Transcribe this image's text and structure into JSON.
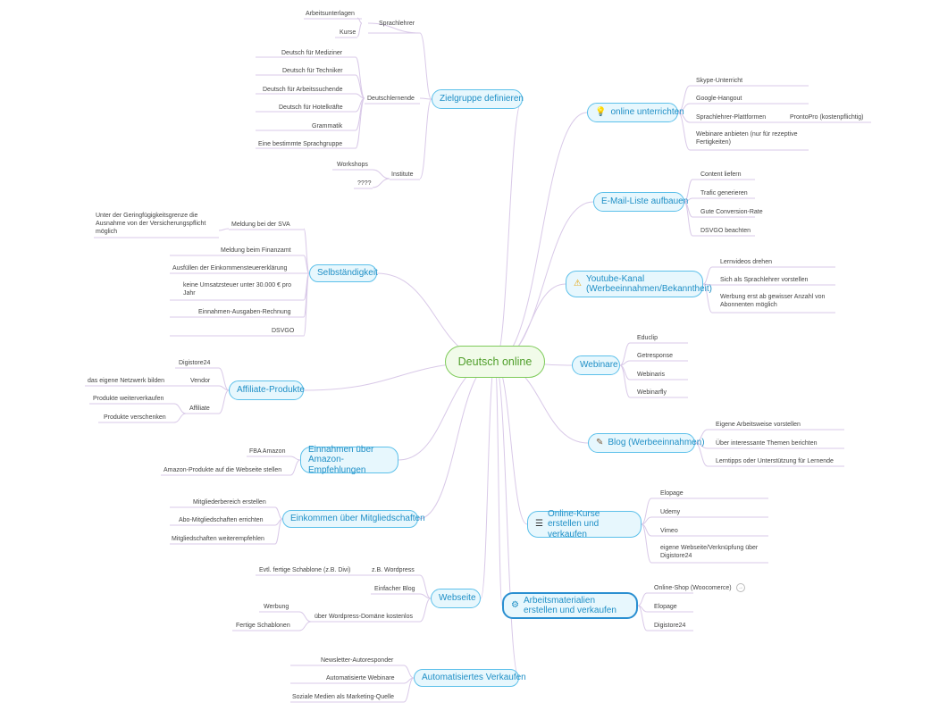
{
  "root": "Deutsch online",
  "left": {
    "zielgruppe": {
      "label": "Zielgruppe definieren",
      "sprachlehrer": {
        "label": "Sprachlehrer",
        "items": [
          "Arbeitsunterlagen",
          "Kurse"
        ]
      },
      "deutschlernende": {
        "label": "Deutschlernende",
        "items": [
          "Deutsch für Mediziner",
          "Deutsch für Techniker",
          "Deutsch für Arbeitssuchende",
          "Deutsch für Hotelkräfte",
          "Grammatik",
          "Eine bestimmte Sprachgruppe"
        ]
      },
      "institute": {
        "label": "Institute",
        "items": [
          "Workshops",
          "????"
        ]
      }
    },
    "selbst": {
      "label": "Selbständigkeit",
      "sva": {
        "label": "Meldung bei der SVA",
        "note": "Unter der Geringfügigkeitsgrenze die Ausnahme von der Versicherungspflicht möglich"
      },
      "items": [
        "Meldung beim Finanzamt",
        "Ausfüllen der Einkommensteuererklärung",
        "keine Umsatzsteuer unter 30.000 € pro Jahr",
        "Einnahmen-Ausgaben-Rechnung",
        "DSVGO"
      ]
    },
    "affiliate": {
      "label": "Affiliate-Produkte",
      "digistore": "Digistore24",
      "vendor": {
        "label": "Vendor",
        "items": [
          "das eigene Netzwerk bilden"
        ]
      },
      "aff": {
        "label": "Affiliate",
        "items": [
          "Produkte weiterverkaufen",
          "Produkte verschenken"
        ]
      }
    },
    "amazon": {
      "label": "Einnahmen über Amazon-Empfehlungen",
      "items": [
        "FBA Amazon",
        "Amazon-Produkte auf die Webseite stellen"
      ]
    },
    "mitglied": {
      "label": "Einkommen über Mitgliedschaften",
      "items": [
        "Mitgliederbereich erstellen",
        "Abo-Mitgliedschaften errichten",
        "Mitgliedschaften weiterempfehlen"
      ]
    },
    "webseite": {
      "label": "Webseite",
      "wordpress": {
        "label": "z.B. Wordpress",
        "items": [
          "Evtl. fertige Schablone (z.B. Divi)"
        ]
      },
      "blog": "Einfacher Blog",
      "domain": {
        "label": "über Wordpress-Domäne kostenlos",
        "items": [
          "Werbung",
          "Fertige Schablonen"
        ]
      }
    },
    "auto": {
      "label": "Automatisiertes Verkaufen",
      "items": [
        "Newsletter-Autoresponder",
        "Automatisierte Webinare",
        "Soziale Medien als Marketing-Quelle"
      ]
    }
  },
  "right": {
    "online": {
      "label": "online unterrichten",
      "icon": "lightbulb-icon",
      "items": [
        "Skype-Unterricht",
        "Google-Hangout",
        "Sprachlehrer-Plattformen",
        "Webinare anbieten (nur für rezeptive Fertigkeiten)"
      ],
      "pronto": "ProntoPro (kostenpflichtig)"
    },
    "email": {
      "label": "E-Mail-Liste aufbauen",
      "items": [
        "Content liefern",
        "Trafic generieren",
        "Gute Conversion-Rate",
        "DSVGO beachten"
      ]
    },
    "youtube": {
      "label": "Youtube-Kanal (Werbeeinnahmen/Bekanntheit)",
      "icon": "warning-icon",
      "items": [
        "Lernvideos drehen",
        "Sich als Sprachlehrer vorstellen",
        "Werbung erst ab gewisser Anzahl von Abonnenten möglich"
      ]
    },
    "webinare": {
      "label": "Webinare",
      "items": [
        "Educlip",
        "Getresponse",
        "Webinaris",
        "Webinarfly"
      ]
    },
    "blog": {
      "label": "Blog (Werbeeinnahmen)",
      "icon": "pen-icon",
      "items": [
        "Eigene Arbeitsweise vorstellen",
        "Über interessante Themen berichten",
        "Lerntipps oder Unterstützung für Lernende"
      ]
    },
    "kurse": {
      "label": "Online-Kurse erstellen und verkaufen",
      "icon": "list-icon",
      "items": [
        "Elopage",
        "Udemy",
        "Vimeo",
        "eigene Webseite/Verknüpfung über Digistore24"
      ]
    },
    "material": {
      "label": "Arbeitsmaterialien erstellen und verkaufen",
      "icon": "gear-icon",
      "items": [
        "Online-Shop (Woocomerce)",
        "Elopage",
        "Digistore24"
      ]
    }
  },
  "colors": {
    "root_border": "#7ecb5a",
    "main_border": "#5cc0ea",
    "link": "#d9c9e8"
  }
}
